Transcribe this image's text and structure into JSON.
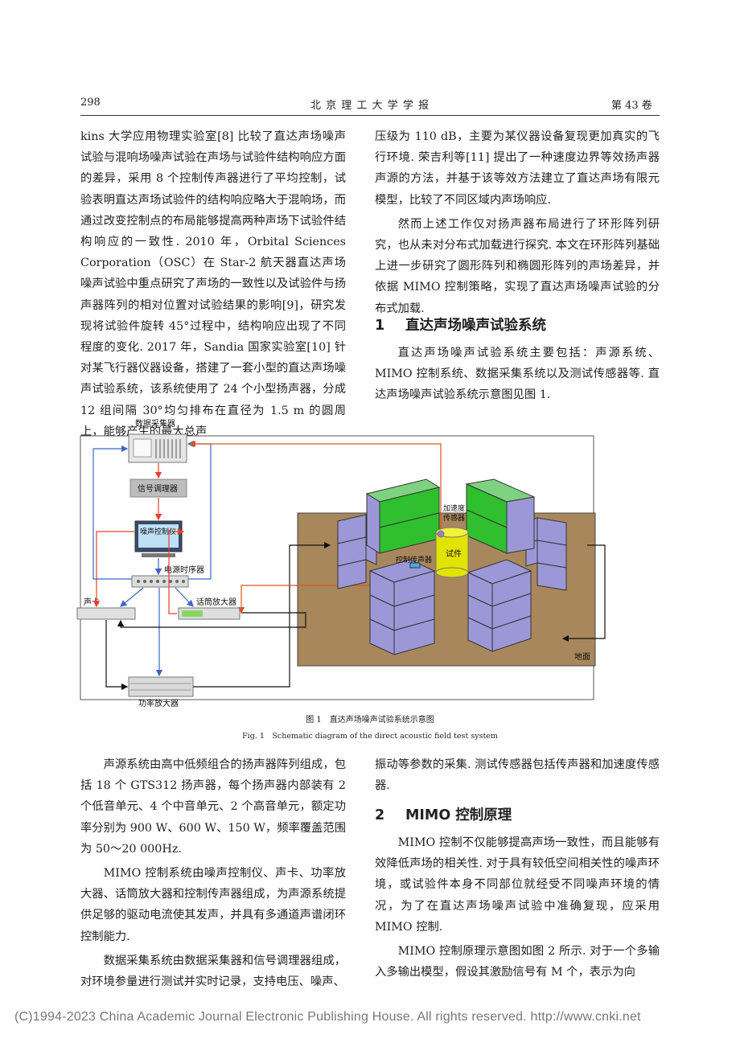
{
  "header": {
    "page_number": "298",
    "journal": "北 京 理 工 大 学 学 报",
    "volume": "第 43 卷"
  },
  "left_col_top": [
    "kins 大学应用物理实验室[8] 比较了直达声场噪声试验与混响场噪声试验在声场与试验件结构响应方面的差异，采用 8 个控制传声器进行了平均控制，试验表明直达声场试验件的结构响应略大于混响场，而通过改变控制点的布局能够提高两种声场下试验件结构响应的一致性. 2010 年，Orbital Sciences Corporation（OSC）在 Star-2 航天器直达声场噪声试验中重点研究了声场的一致性以及试验件与扬声器阵列的相对位置对试验结果的影响[9]，研究发现将试验件旋转 45°过程中，结构响应出现了不同程度的变化. 2017 年，Sandia 国家实验室[10] 针对某飞行器仪器设备，搭建了一套小型的直达声场噪声试验系统，该系统使用了 24 个小型扬声器，分成 12 组间隔 30°均匀排布在直径为 1.5 m 的圆周上，能够产生的最大总声"
  ],
  "right_col_top": {
    "p1": "压级为 110 dB，主要为某仪器设备复现更加真实的飞行环境. 荣吉利等[11] 提出了一种速度边界等效扬声器声源的方法，并基于该等效方法建立了直达声场有限元模型，比较了不同区域内声场响应.",
    "p2": "然而上述工作仅对扬声器布局进行了环形阵列研究，也从未对分布式加载进行探究. 本文在环形阵列基础上进一步研究了圆形阵列和椭圆形阵列的声场差异，并依据 MIMO 控制策略，实现了直达声场噪声试验的分布式加载.",
    "sec1_num": "1",
    "sec1_title": "直达声场噪声试验系统",
    "p3": "直达声场噪声试验系统主要包括：声源系统、MIMO 控制系统、数据采集系统以及测试传感器等. 直达声场噪声试验系统示意图见图 1."
  },
  "figure": {
    "labels": {
      "daq": "数据采集器",
      "signal_conditioner": "信号调理器",
      "noise_controller": "噪声控制仪",
      "power_sequencer": "电源时序器",
      "sound_card": "声卡",
      "mic_amp": "话筒放大器",
      "power_amp": "功率放大器",
      "accelerometer_line1": "加速度",
      "accelerometer_line2": "传感器",
      "control_mic": "控制传声器",
      "test_article": "试件",
      "ground": "地面"
    },
    "colors": {
      "ground": "#a9875c",
      "speaker_purple": "#9c97d6",
      "speaker_green": "#2fbf2f",
      "test_article": "#e3e300",
      "flow_red": "#e8402a",
      "flow_blue": "#3a67c6",
      "flow_black": "#111111",
      "flow_orange": "#d9581f"
    },
    "caption_cn": "图 1　直达声场噪声试验系统示意图",
    "caption_en": "Fig. 1　Schematic diagram of the direct acoustic field test system"
  },
  "left_col_bottom": {
    "p1": "声源系统由高中低频组合的扬声器阵列组成，包括 18 个 GTS312 扬声器，每个扬声器内部装有 2 个低音单元、4 个中音单元、2 个高音单元，额定功率分别为 900 W、600 W、150 W，频率覆盖范围为 50～20 000Hz.",
    "p2": "MIMO 控制系统由噪声控制仪、声卡、功率放大器、话筒放大器和控制传声器组成，为声源系统提供足够的驱动电流使其发声，并具有多通道声谱闭环控制能力.",
    "p3": "数据采集系统由数据采集器和信号调理器组成，对环境参量进行测试并实时记录，支持电压、噪声、"
  },
  "right_col_bottom": {
    "p1": "振动等参数的采集. 测试传感器包括传声器和加速度传感器.",
    "sec2_num": "2",
    "sec2_title": "MIMO 控制原理",
    "p2": "MIMO 控制不仅能够提高声场一致性，而且能够有效降低声场的相关性. 对于具有较低空间相关性的噪声环境，或试验件本身不同部位就经受不同噪声环境的情况，为了在直达声场噪声试验中准确复现，应采用 MIMO 控制.",
    "p3": "MIMO 控制原理示意图如图 2 所示. 对于一个多输入多输出模型，假设其激励信号有 M 个，表示为向"
  },
  "footer": "(C)1994-2023 China Academic Journal Electronic Publishing House. All rights reserved.   http://www.cnki.net"
}
